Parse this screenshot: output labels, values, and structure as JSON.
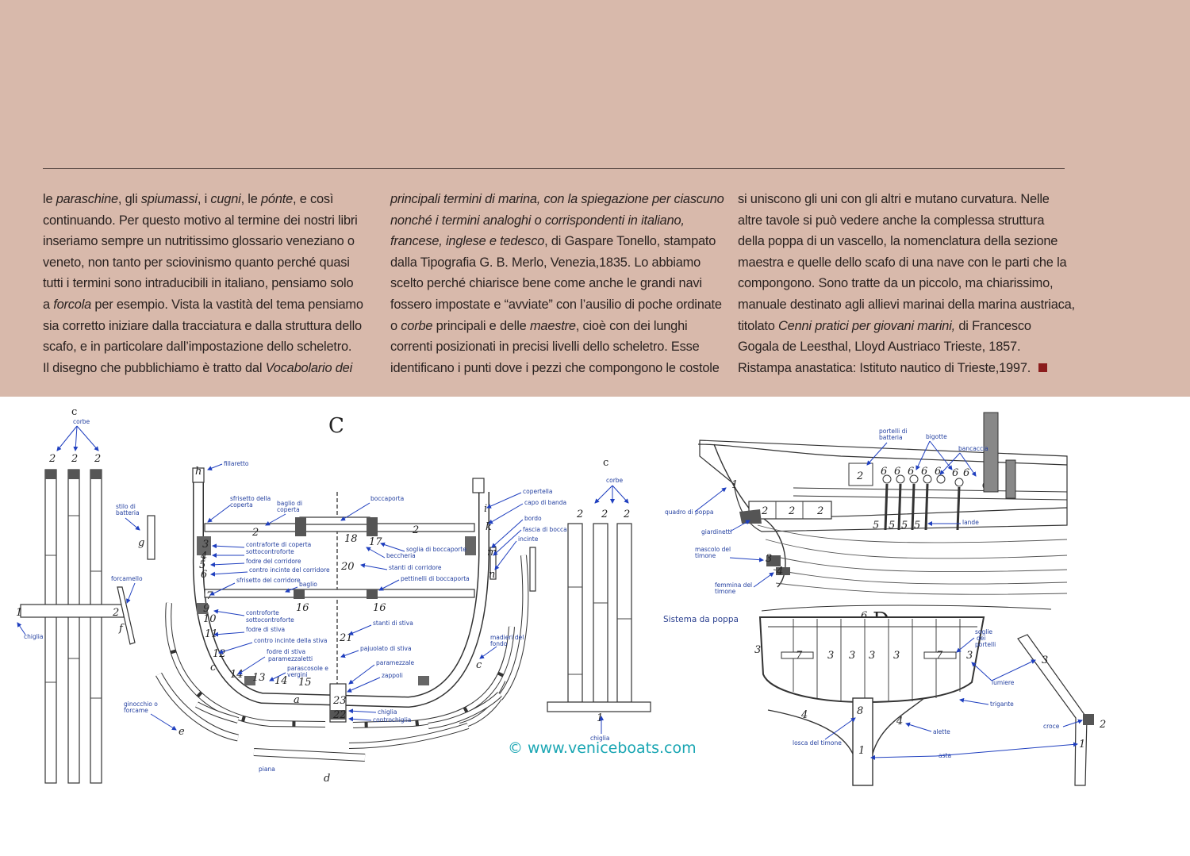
{
  "text": {
    "col1": [
      {
        "parts": [
          {
            "t": "le "
          },
          {
            "t": "paraschine",
            "i": true
          },
          {
            "t": ", gli "
          },
          {
            "t": "spiumassi",
            "i": true
          },
          {
            "t": ", i "
          },
          {
            "t": "cugni",
            "i": true
          },
          {
            "t": ", le "
          },
          {
            "t": "pónte",
            "i": true
          },
          {
            "t": ", e così"
          }
        ]
      },
      {
        "parts": [
          {
            "t": "continuando. Per questo motivo al termine dei nostri libri"
          }
        ]
      },
      {
        "parts": [
          {
            "t": "inseriamo sempre un nutritissimo glossario veneziano o"
          }
        ]
      },
      {
        "parts": [
          {
            "t": "veneto, non tanto per sciovinismo quanto perché quasi"
          }
        ]
      },
      {
        "parts": [
          {
            "t": "tutti i termini sono intraducibili in italiano, pensiamo solo"
          }
        ]
      },
      {
        "parts": [
          {
            "t": "a "
          },
          {
            "t": "forcola",
            "i": true
          },
          {
            "t": " per esempio. Vista la vastità del tema pensiamo"
          }
        ]
      },
      {
        "parts": [
          {
            "t": "sia corretto iniziare dalla tracciatura e dalla struttura dello"
          }
        ]
      },
      {
        "parts": [
          {
            "t": "scafo, e in particolare dall’impostazione dello scheletro."
          }
        ]
      },
      {
        "parts": [
          {
            "t": "Il disegno che pubblichiamo è tratto dal "
          },
          {
            "t": "Vocabolario dei",
            "i": true
          }
        ]
      }
    ],
    "col2": [
      {
        "parts": [
          {
            "t": "principali termini di marina, con la spiegazione per ciascuno",
            "i": true
          }
        ]
      },
      {
        "parts": [
          {
            "t": "nonché i termini analoghi o corrispondenti in italiano,",
            "i": true
          }
        ]
      },
      {
        "parts": [
          {
            "t": "francese, inglese e tedesco",
            "i": true
          },
          {
            "t": ", di Gaspare Tonello, stampato"
          }
        ]
      },
      {
        "parts": [
          {
            "t": "dalla Tipografia G. B. Merlo, Venezia,1835. Lo abbiamo"
          }
        ]
      },
      {
        "parts": [
          {
            "t": "scelto perché chiarisce bene come anche le grandi navi"
          }
        ]
      },
      {
        "parts": [
          {
            "t": "fossero impostate e “avviate” con l’ausilio di poche ordinate"
          }
        ]
      },
      {
        "parts": [
          {
            "t": "o "
          },
          {
            "t": "corbe",
            "i": true
          },
          {
            "t": " principali e delle "
          },
          {
            "t": "maestre",
            "i": true
          },
          {
            "t": ", cioè con dei lunghi"
          }
        ]
      },
      {
        "parts": [
          {
            "t": "correnti posizionati in precisi livelli dello scheletro. Esse"
          }
        ]
      },
      {
        "parts": [
          {
            "t": "identificano i punti dove i pezzi che compongono le costole"
          }
        ]
      }
    ],
    "col3": [
      {
        "parts": [
          {
            "t": "si uniscono gli uni con gli altri e mutano curvatura. Nelle"
          }
        ]
      },
      {
        "parts": [
          {
            "t": "altre tavole si può vedere anche la complessa struttura"
          }
        ]
      },
      {
        "parts": [
          {
            "t": "della poppa di un vascello, la nomenclatura della sezione"
          }
        ]
      },
      {
        "parts": [
          {
            "t": "maestra e quelle dello scafo di una nave con le parti che la"
          }
        ]
      },
      {
        "parts": [
          {
            "t": "compongono. Sono tratte da un piccolo, ma chiarissimo,"
          }
        ]
      },
      {
        "parts": [
          {
            "t": "manuale destinato agli allievi marinai della marina austriaca,"
          }
        ]
      },
      {
        "parts": [
          {
            "t": "titolato "
          },
          {
            "t": "Cenni pratici per giovani marini,",
            "i": true
          },
          {
            "t": " di Francesco"
          }
        ]
      },
      {
        "parts": [
          {
            "t": "Gogala de Leesthal, Lloyd Austriaco Trieste, 1857."
          }
        ]
      },
      {
        "parts": [
          {
            "t": "Ristampa anastatica: Istituto nautico di Trieste,1997."
          }
        ]
      }
    ]
  },
  "end_mark_color": "#8b1c1c",
  "figure": {
    "letters": {
      "big_c": "C",
      "small_c_left": "c",
      "small_c_right": "c",
      "big_d": "D"
    },
    "sistema_da_poppa": "Sistema da poppa",
    "watermark": "© www.veniceboats.com",
    "labels": [
      "corbe",
      "stilo di batteria",
      "forcamello",
      "chiglia",
      "ginocchio o forcame",
      "fillaretto",
      "sfrisetto della coperta",
      "baglio di coperta",
      "boccaporta",
      "contraforte di coperta",
      "sottocontroforte",
      "fodre del corridore",
      "contro incinte del corridore",
      "sfrisetto del corridore",
      "baglio",
      "controforte",
      "sottocontroforte",
      "fodre di stiva",
      "contro incinte della stiva",
      "fodre di stiva",
      "paramezzaletti",
      "parascosole e vergini",
      "soglia di boccaporte",
      "beccheria",
      "stanti di corridore",
      "pettinelli di boccaporta",
      "stanti di stiva",
      "pajuolato di stiva",
      "paramezzale",
      "zappoli",
      "chiglia",
      "controchiglia",
      "piana",
      "copertella",
      "capo di banda",
      "bordo",
      "fascia di bocca",
      "incinte",
      "madieri del fondo",
      "corbe",
      "chiglia",
      "portelli di batteria",
      "bigotte",
      "bancaccia",
      "quadro di poppa",
      "giardinetti",
      "mascolo del timone",
      "lande",
      "femmina del timone",
      "soglie dei portelli",
      "lumiere",
      "trigante",
      "alette",
      "losca del timone",
      "asta",
      "croce"
    ]
  }
}
